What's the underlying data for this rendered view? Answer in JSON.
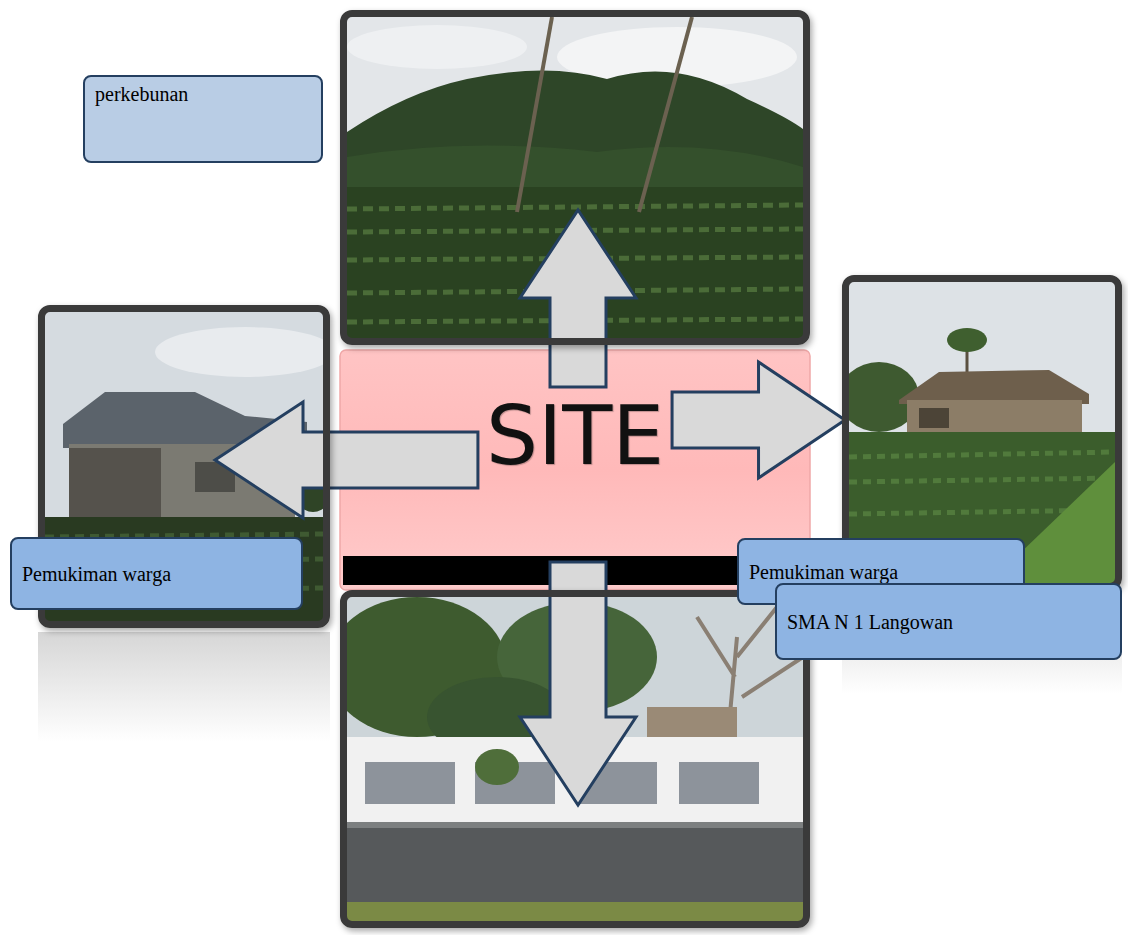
{
  "diagram": {
    "nodes": [
      {
        "text": [
          "perkebunan"
        ]
      },
      {
        "text": [
          "Pemukiman warga"
        ]
      },
      {
        "text": [
          "SITE"
        ]
      },
      {
        "text": [
          "Pemukiman warga"
        ]
      },
      {
        "text": [
          "SMA N 1 Langowan"
        ]
      }
    ],
    "edges": [
      {
        "from": 2,
        "to": 0,
        "arrow": "to"
      },
      {
        "from": 2,
        "to": 3,
        "arrow": "to"
      },
      {
        "from": 2,
        "to": 1,
        "arrow": "to"
      },
      {
        "from": 2,
        "to": 4,
        "arrow": "to"
      }
    ]
  }
}
